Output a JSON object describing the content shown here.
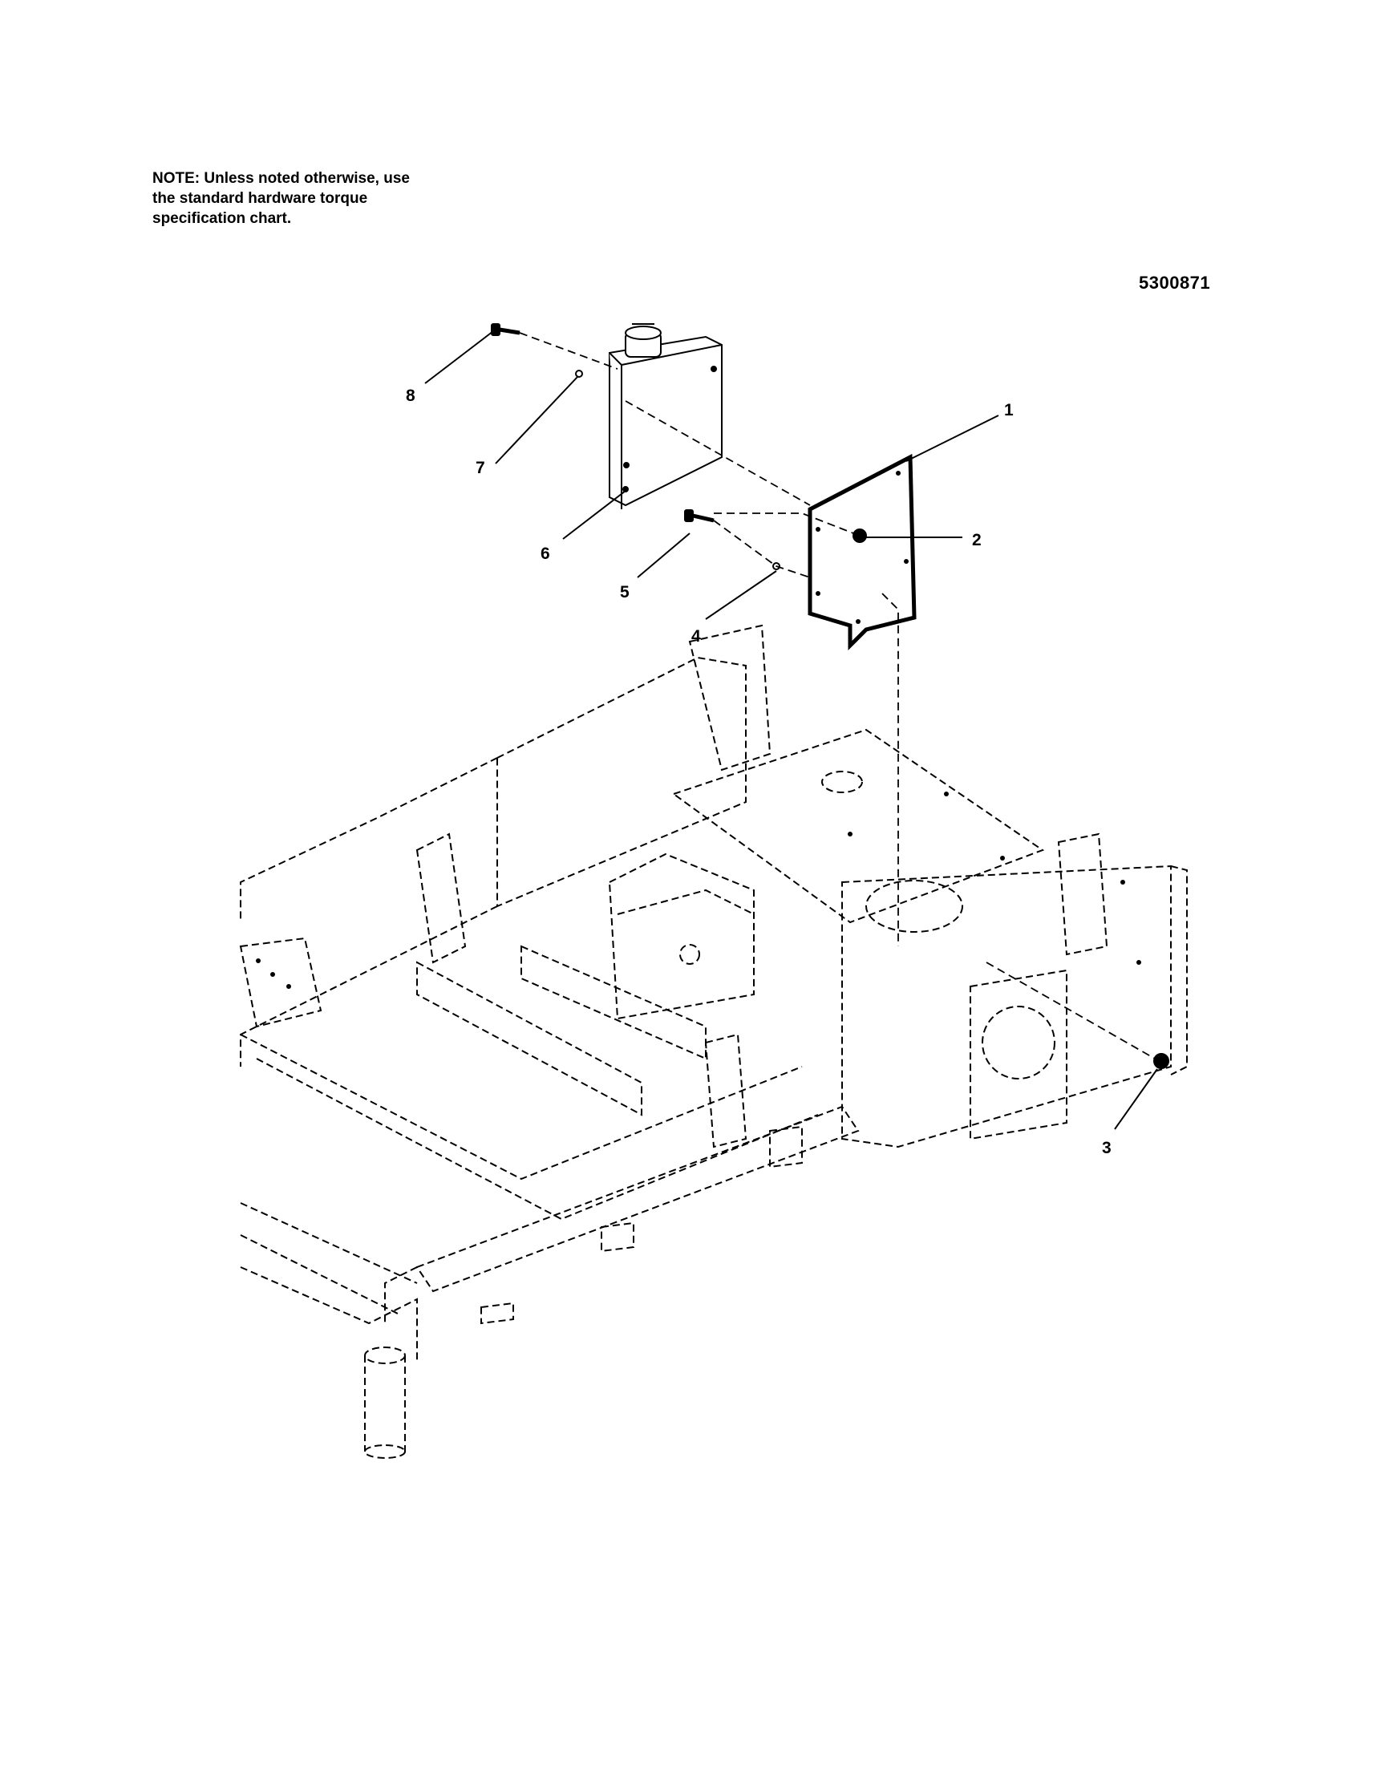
{
  "note": {
    "lines": [
      "NOTE: Unless noted otherwise, use",
      "the standard hardware torque",
      "specification chart."
    ]
  },
  "diagram_id": "5300871",
  "callouts": {
    "c1": "1",
    "c2": "2",
    "c3": "3",
    "c4": "4",
    "c5": "5",
    "c6": "6",
    "c7": "7",
    "c8": "8"
  }
}
